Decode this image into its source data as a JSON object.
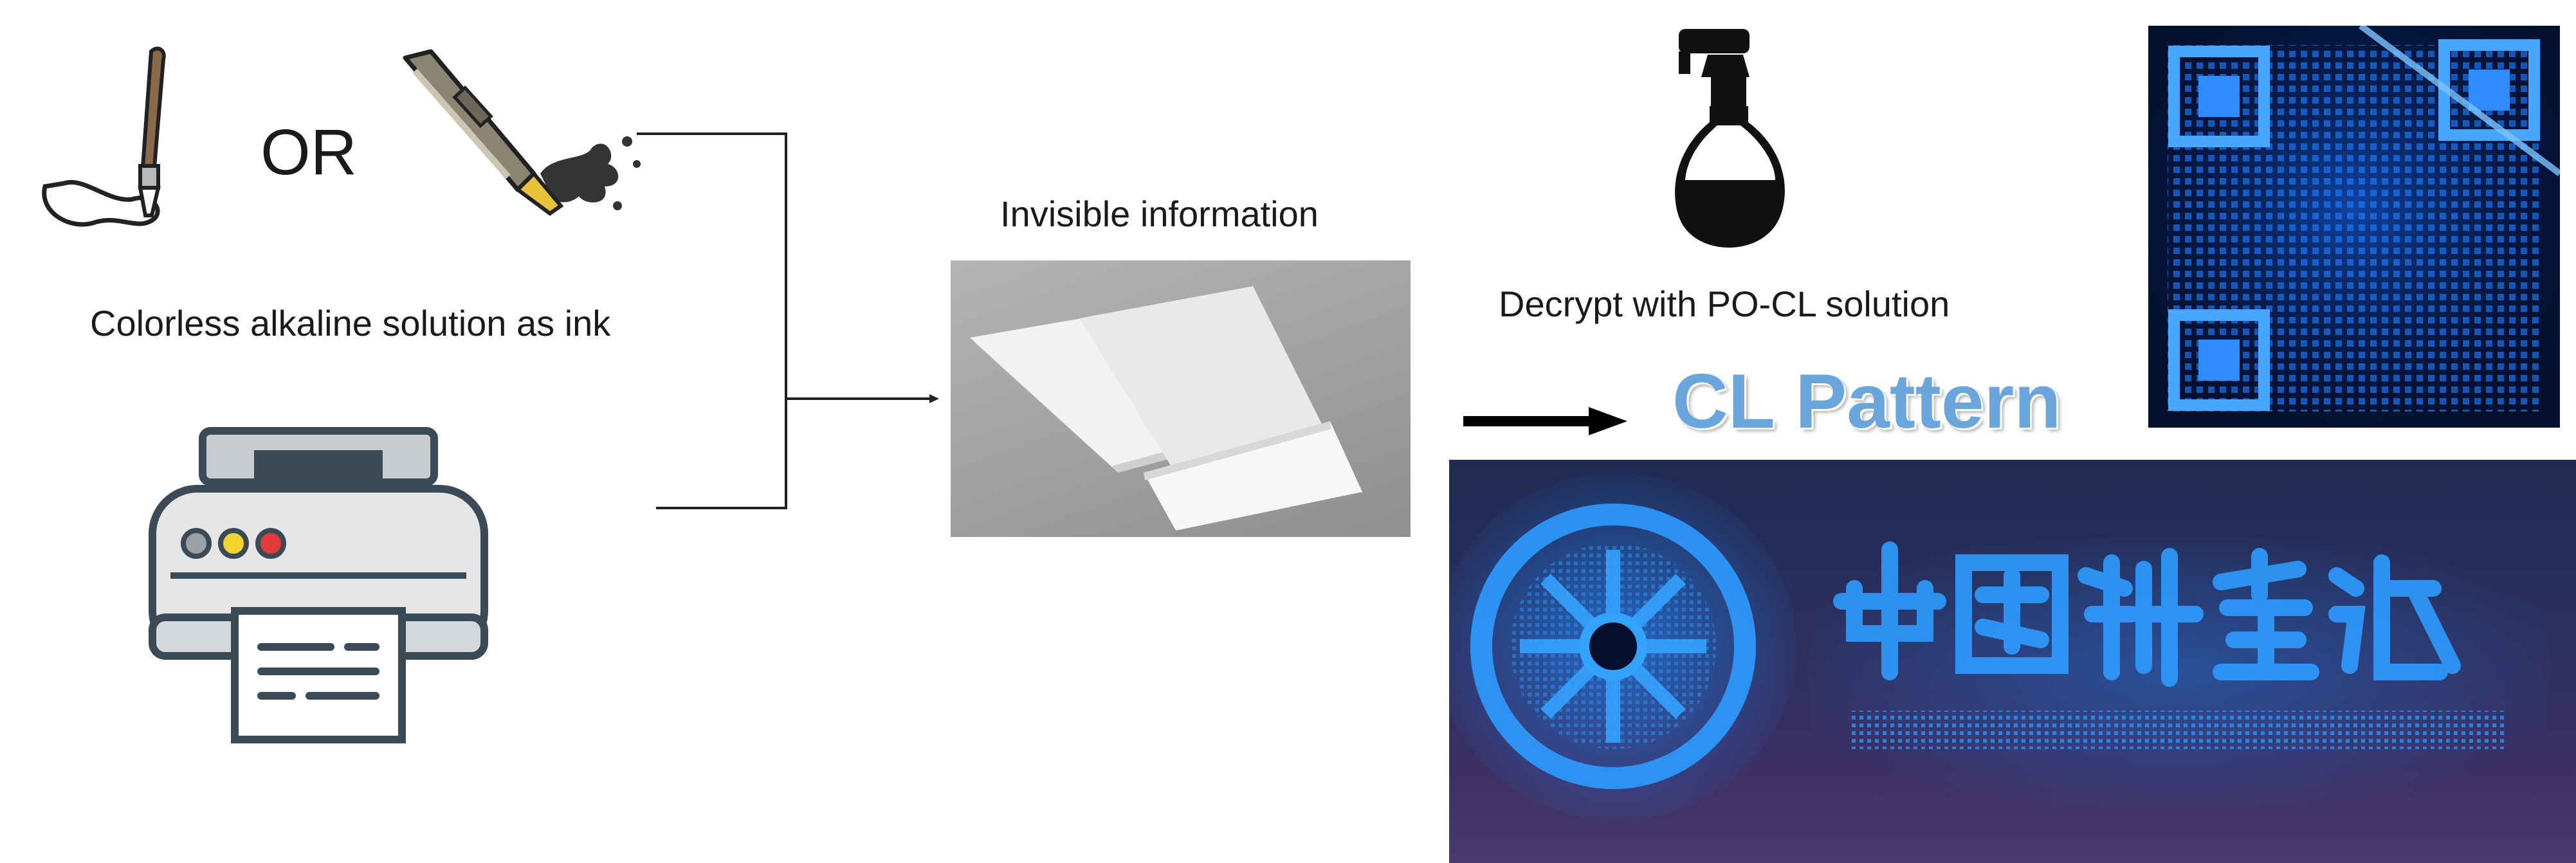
{
  "labels": {
    "or": "OR",
    "ink_caption": "Colorless alkaline solution as ink",
    "invisible_info": "Invisible information",
    "decrypt_caption": "Decrypt with PO-CL solution",
    "cl_pattern": "CL Pattern"
  },
  "icons": {
    "brush": "paintbrush-icon",
    "pen": "fountain-pen-icon",
    "printer": "printer-icon",
    "paper": "blank-paper-icon",
    "spray": "spray-bottle-icon"
  },
  "colors": {
    "cl_pattern_text": "#6aa6dc",
    "glow": "#1f8fff",
    "printer_body": "#e6e6e6",
    "printer_dark": "#3b4a57",
    "lights": [
      "#9aa0a6",
      "#f2d22e",
      "#e23b3b"
    ]
  }
}
